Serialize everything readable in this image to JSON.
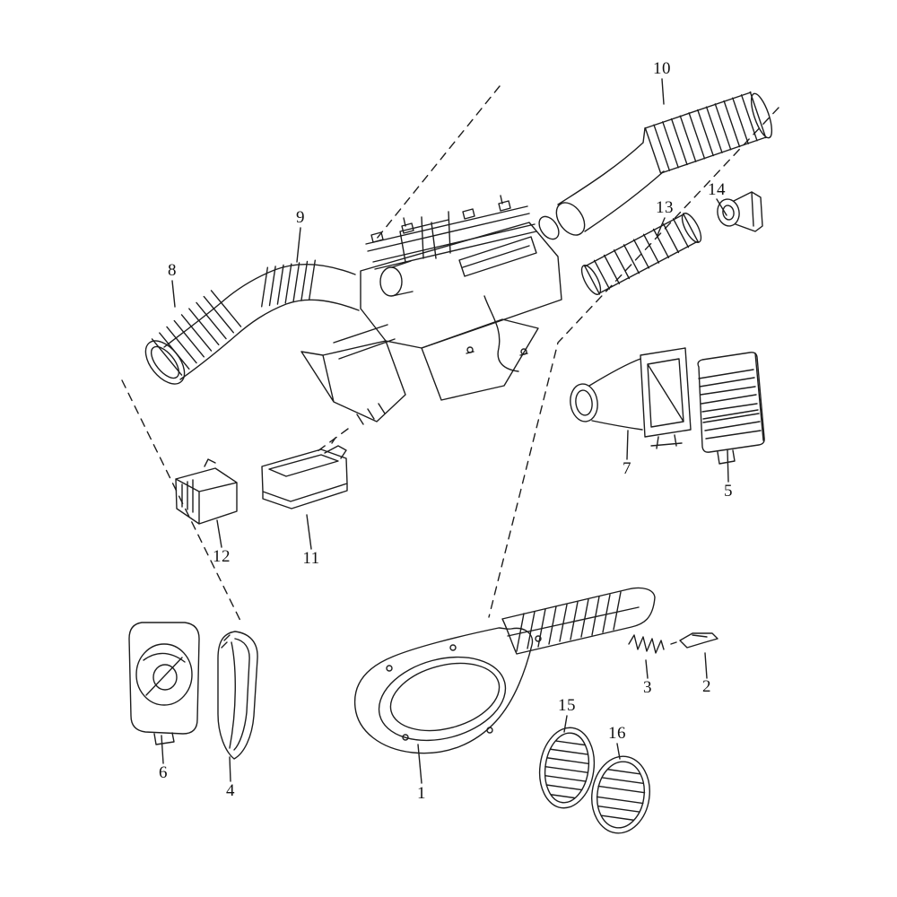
{
  "colors": {
    "background": "#ffffff",
    "line": "#1d1d1d",
    "label_text": "#111111"
  },
  "diagram": {
    "labels": {
      "n1": "1",
      "n2": "2",
      "n3": "3",
      "n4": "4",
      "n5": "5",
      "n6": "6",
      "n7": "7",
      "n8": "8",
      "n9": "9",
      "n10": "10",
      "n11": "11",
      "n12": "12",
      "n13": "13",
      "n14": "14",
      "n15": "15",
      "n16": "16"
    }
  }
}
